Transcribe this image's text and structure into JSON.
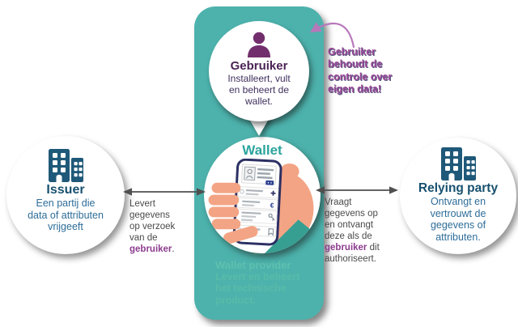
{
  "colors": {
    "teal_panel": "#4db2ac",
    "provider_text": "#5ec0ae",
    "purple_icon": "#722e6c",
    "plum_title": "#4b2355",
    "wallet_title_teal": "#2ca49e",
    "blue_icon": "#1f5979",
    "blue_title": "#17506f",
    "blue_body": "#2d6d99",
    "gray_text": "#4a4a4a",
    "purple_highlight": "#8c3c8e",
    "annotation_purple": "#9a4897",
    "arrow_gray": "#4f4f4f",
    "curved_arrow_purple": "#b778ba",
    "hand_skin": "#f3a484",
    "sleeve_teal": "#379f92",
    "phone_navy": "#2b2f63"
  },
  "icons": [
    "person-icon",
    "buildings-icon",
    "hand-holding-phone-illustration",
    "curved-arrow-icon",
    "up-triangle-icon",
    "double-headed-arrow-icon"
  ],
  "bubble": {
    "title": "Gebruiker",
    "lines": [
      "Installeert, vult",
      "en beheert de",
      "wallet."
    ]
  },
  "annotation": {
    "lines": [
      "Gebruiker",
      "behoudt de",
      "controle over",
      "eigen data!"
    ]
  },
  "wallet": {
    "title": "Wallet"
  },
  "provider": {
    "title": "Wallet provider",
    "lines": [
      "Levert en beheert",
      "het technische",
      "product."
    ]
  },
  "issuer": {
    "title": "Issuer",
    "lines": [
      "Een partij die",
      "data of attributen",
      "vrijgeeft"
    ]
  },
  "relying_party": {
    "title": "Relying party",
    "lines": [
      "Ontvangt en",
      "vertrouwt de",
      "gegevens of",
      "attributen."
    ]
  },
  "left_flow": {
    "lines_before": [
      "Levert",
      "gegevens",
      "op verzoek",
      "van de"
    ],
    "highlight": "gebruiker",
    "after_highlight": "."
  },
  "right_flow": {
    "lines_before": [
      "Vraagt",
      "gegevens op",
      "en ontvangt",
      "deze als de"
    ],
    "highlight": "gebruiker",
    "after_highlight": " dit",
    "last_line": "authoriseert."
  }
}
